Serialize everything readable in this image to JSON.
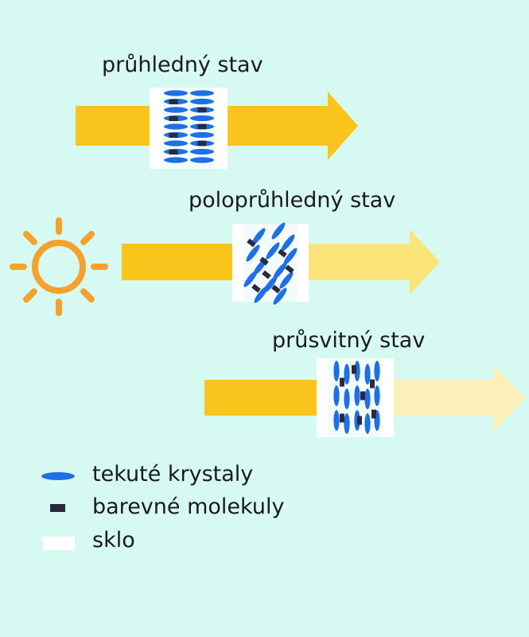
{
  "states": [
    {
      "label": "průhledný stav"
    },
    {
      "label": "poloprůhledný stav"
    },
    {
      "label": "průsvitný stav"
    }
  ],
  "legend": {
    "items": [
      {
        "label": "tekuté krystaly",
        "icon": "liquid-crystal-ellipse"
      },
      {
        "label": "barevné molekuly",
        "icon": "dye-molecule-rect"
      },
      {
        "label": "sklo",
        "icon": "glass-rect"
      }
    ]
  },
  "colors": {
    "background": "#d6faf1",
    "arrow_strong": "#f9c51c",
    "arrow_medium": "#fbe47a",
    "arrow_light": "#fcf0b8",
    "sun": "#f4a12e",
    "crystal": "#1f6fe6",
    "molecule": "#2b2a3c",
    "glass": "#ffffff"
  }
}
